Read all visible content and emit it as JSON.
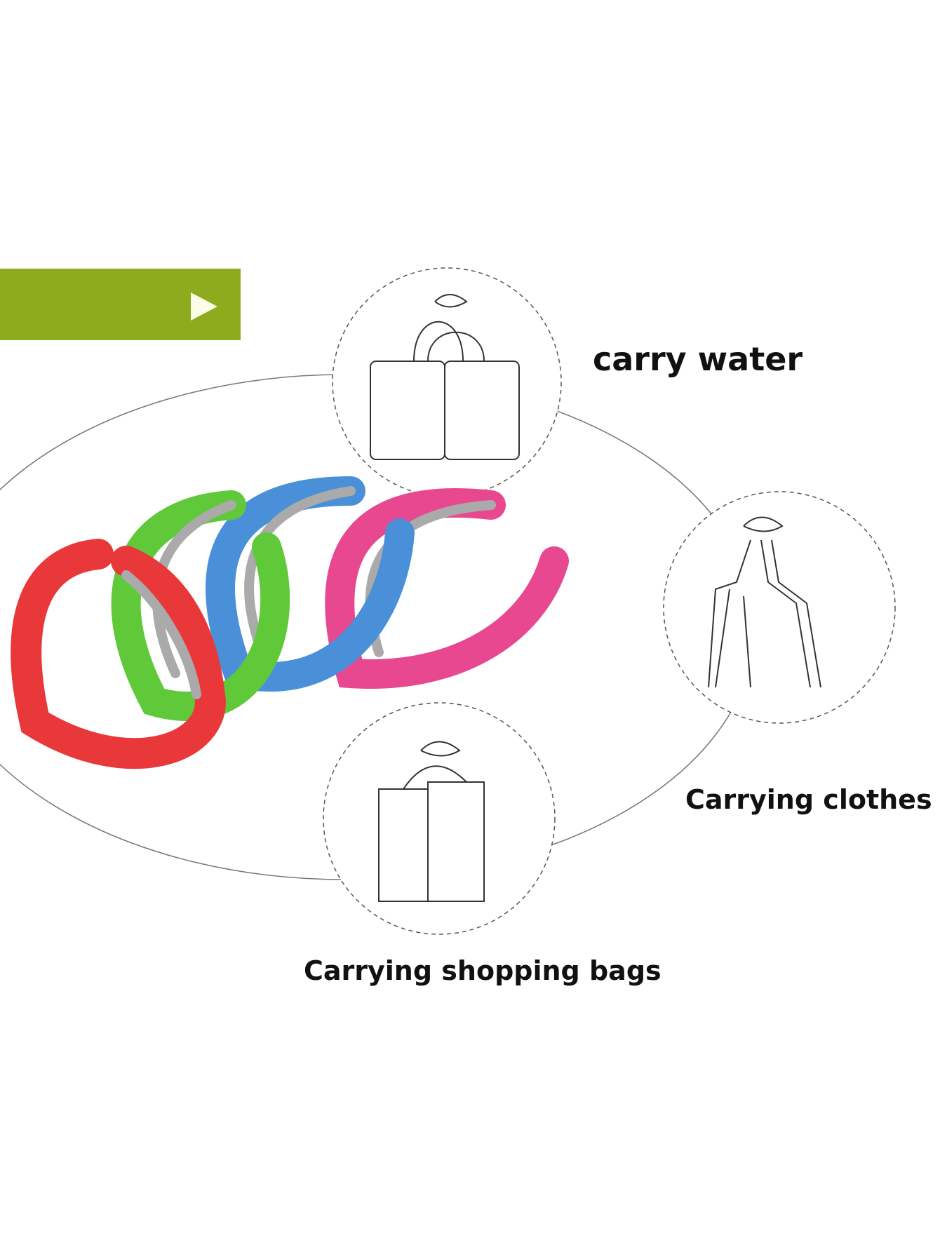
{
  "banner": {
    "icon": "play-triangle-icon",
    "color": "#8dab1d"
  },
  "labels": {
    "carry_water": "carry water",
    "carrying_clothes": "Carrying clothes",
    "carrying_shopping_bags": "Carrying shopping bags"
  },
  "handle_colors": [
    "#e8383a",
    "#5fc93a",
    "#4a90d9",
    "#e8488f"
  ]
}
